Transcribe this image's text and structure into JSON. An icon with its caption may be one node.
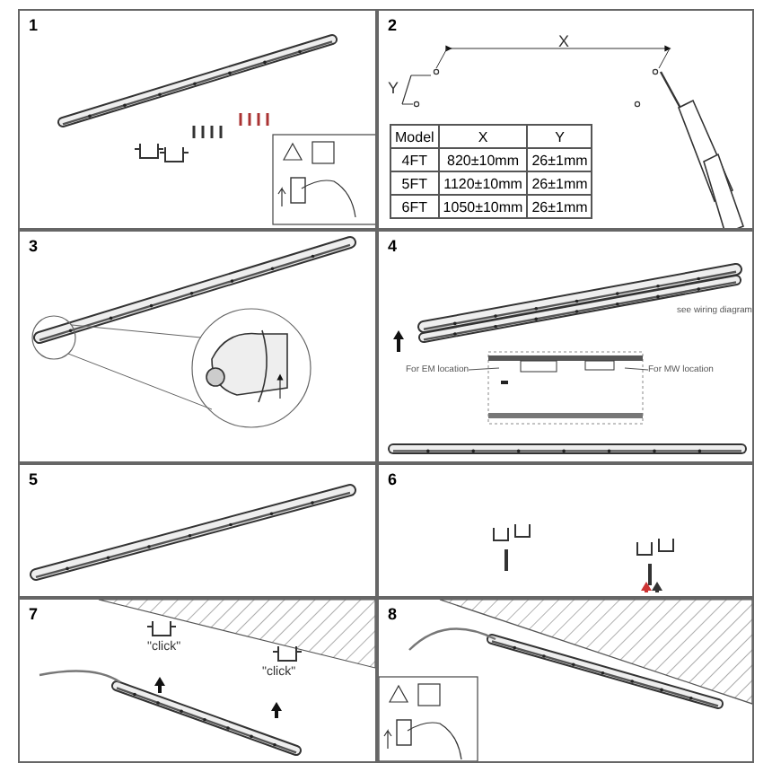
{
  "diagram": {
    "nodes": [
      {
        "text": [
          "1"
        ]
      },
      {
        "text": [
          "2"
        ]
      },
      {
        "text": [
          "3"
        ]
      },
      {
        "text": [
          "4"
        ]
      },
      {
        "text": [
          "5"
        ]
      },
      {
        "text": [
          "6"
        ]
      },
      {
        "text": [
          "7"
        ]
      },
      {
        "text": [
          "8"
        ]
      },
      {
        "text": [
          "For EM location"
        ],
        "in": 3
      },
      {
        "text": [
          "For MW location"
        ],
        "in": 3
      }
    ],
    "edges": [
      {
        "from": 8,
        "to": null,
        "arrow": "none"
      },
      {
        "from": 9,
        "to": null,
        "arrow": "none"
      }
    ],
    "labels": [
      "X",
      "Y",
      "Model",
      "X",
      "Y",
      "4FT",
      "820±10mm",
      "26±1mm",
      "5FT",
      "1120±10mm",
      "26±1mm",
      "6FT",
      "1050±10mm",
      "26±1mm",
      "see wiring diagram",
      "\"click\"",
      "\"click\""
    ]
  }
}
